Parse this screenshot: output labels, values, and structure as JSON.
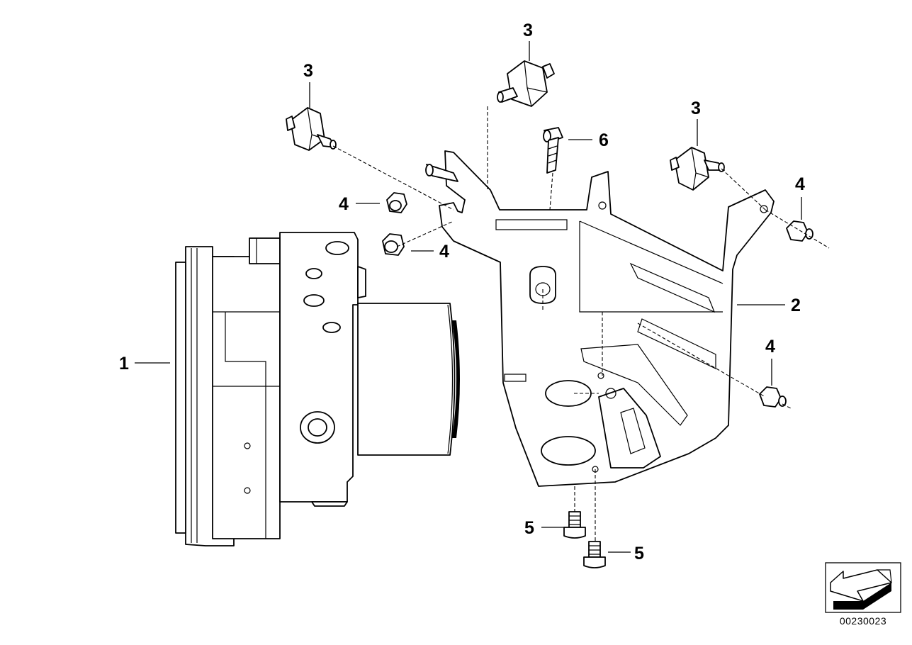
{
  "diagram": {
    "number": "00230023",
    "callouts": {
      "c1": "1",
      "c2": "2",
      "c3a": "3",
      "c3b": "3",
      "c3c": "3",
      "c4a": "4",
      "c4b": "4",
      "c4c": "4",
      "c4d": "4",
      "c5a": "5",
      "c5b": "5",
      "c6": "6"
    }
  }
}
